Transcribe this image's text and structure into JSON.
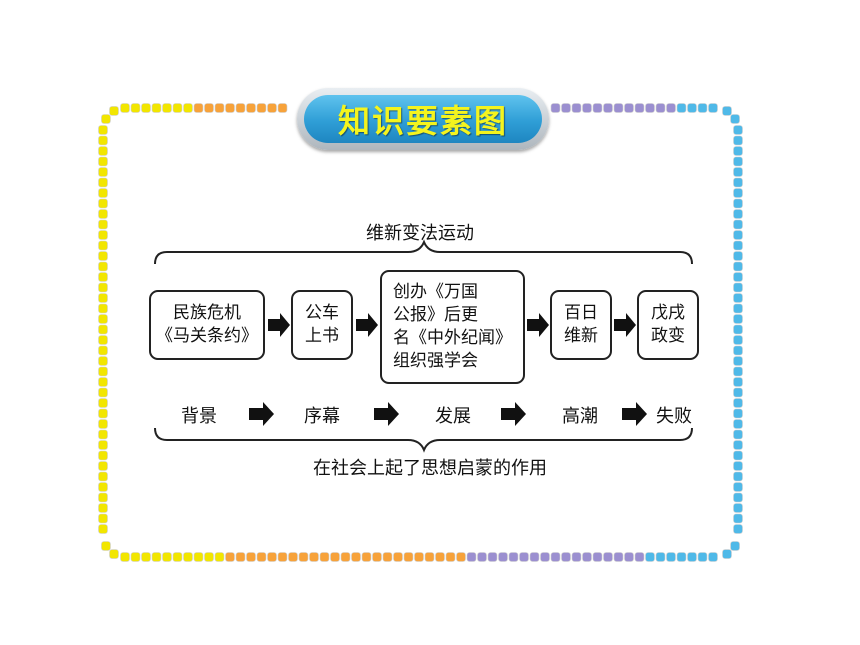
{
  "title": "知识要素图",
  "diagram": {
    "top_label": "维新变法运动",
    "boxes": [
      {
        "lines": [
          "民族危机",
          "《马关条约》"
        ]
      },
      {
        "lines": [
          "公车",
          "上书"
        ]
      },
      {
        "lines": [
          "创办《万国",
          "公报》后更",
          "名《中外纪闻》",
          "组织强学会"
        ]
      },
      {
        "lines": [
          "百日",
          "维新"
        ]
      },
      {
        "lines": [
          "戊戌",
          "政变"
        ]
      }
    ],
    "stages": [
      "背景",
      "序幕",
      "发展",
      "高潮",
      "失败"
    ],
    "bottom_label": "在社会上起了思想启蒙的作用"
  },
  "colors": {
    "dots_left": "#f2e600",
    "dots_mid": "#f7a23a",
    "dots_right": "#9b8fd0",
    "dots_right_side": "#4fb9e8",
    "badge": "#2f9ed6",
    "title_text": "#f4f41e"
  }
}
